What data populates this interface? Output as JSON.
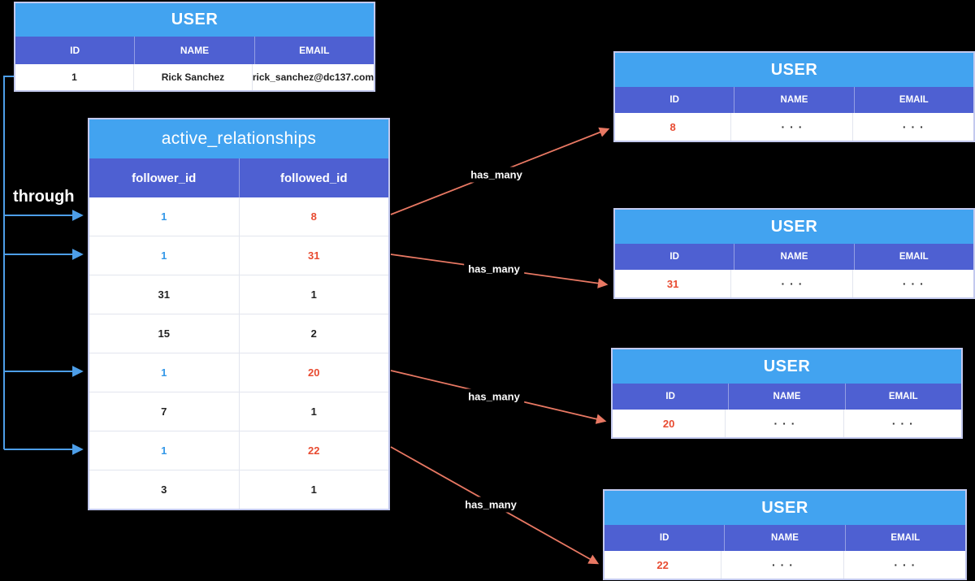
{
  "labels": {
    "through": "through",
    "has_many": "has_many"
  },
  "colors": {
    "background": "#000000",
    "title_bar_blue": "#42a3f0",
    "column_header_indigo": "#4e60d2",
    "highlight_blue": "#3498e8",
    "highlight_red": "#e84b31",
    "arrow_red": "#e87863",
    "arrow_blue": "#4d9ee8"
  },
  "user_main": {
    "title": "USER",
    "columns": [
      "ID",
      "NAME",
      "EMAIL"
    ],
    "row": {
      "id": "1",
      "name": "Rick Sanchez",
      "email": "rick_sanchez@dc137.com"
    }
  },
  "ar": {
    "title": "active_relationships",
    "columns": [
      "follower_id",
      "followed_id"
    ],
    "rows": [
      [
        "1",
        "8"
      ],
      [
        "1",
        "31"
      ],
      [
        "31",
        "1"
      ],
      [
        "15",
        "2"
      ],
      [
        "1",
        "20"
      ],
      [
        "7",
        "1"
      ],
      [
        "1",
        "22"
      ],
      [
        "3",
        "1"
      ]
    ]
  },
  "right_tables": [
    {
      "title": "USER",
      "columns": [
        "ID",
        "NAME",
        "EMAIL"
      ],
      "row": {
        "id": "8",
        "name": "···",
        "email": "···"
      }
    },
    {
      "title": "USER",
      "columns": [
        "ID",
        "NAME",
        "EMAIL"
      ],
      "row": {
        "id": "31",
        "name": "···",
        "email": "···"
      }
    },
    {
      "title": "USER",
      "columns": [
        "ID",
        "NAME",
        "EMAIL"
      ],
      "row": {
        "id": "20",
        "name": "···",
        "email": "···"
      }
    },
    {
      "title": "USER",
      "columns": [
        "ID",
        "NAME",
        "EMAIL"
      ],
      "row": {
        "id": "22",
        "name": "···",
        "email": "···"
      }
    }
  ]
}
